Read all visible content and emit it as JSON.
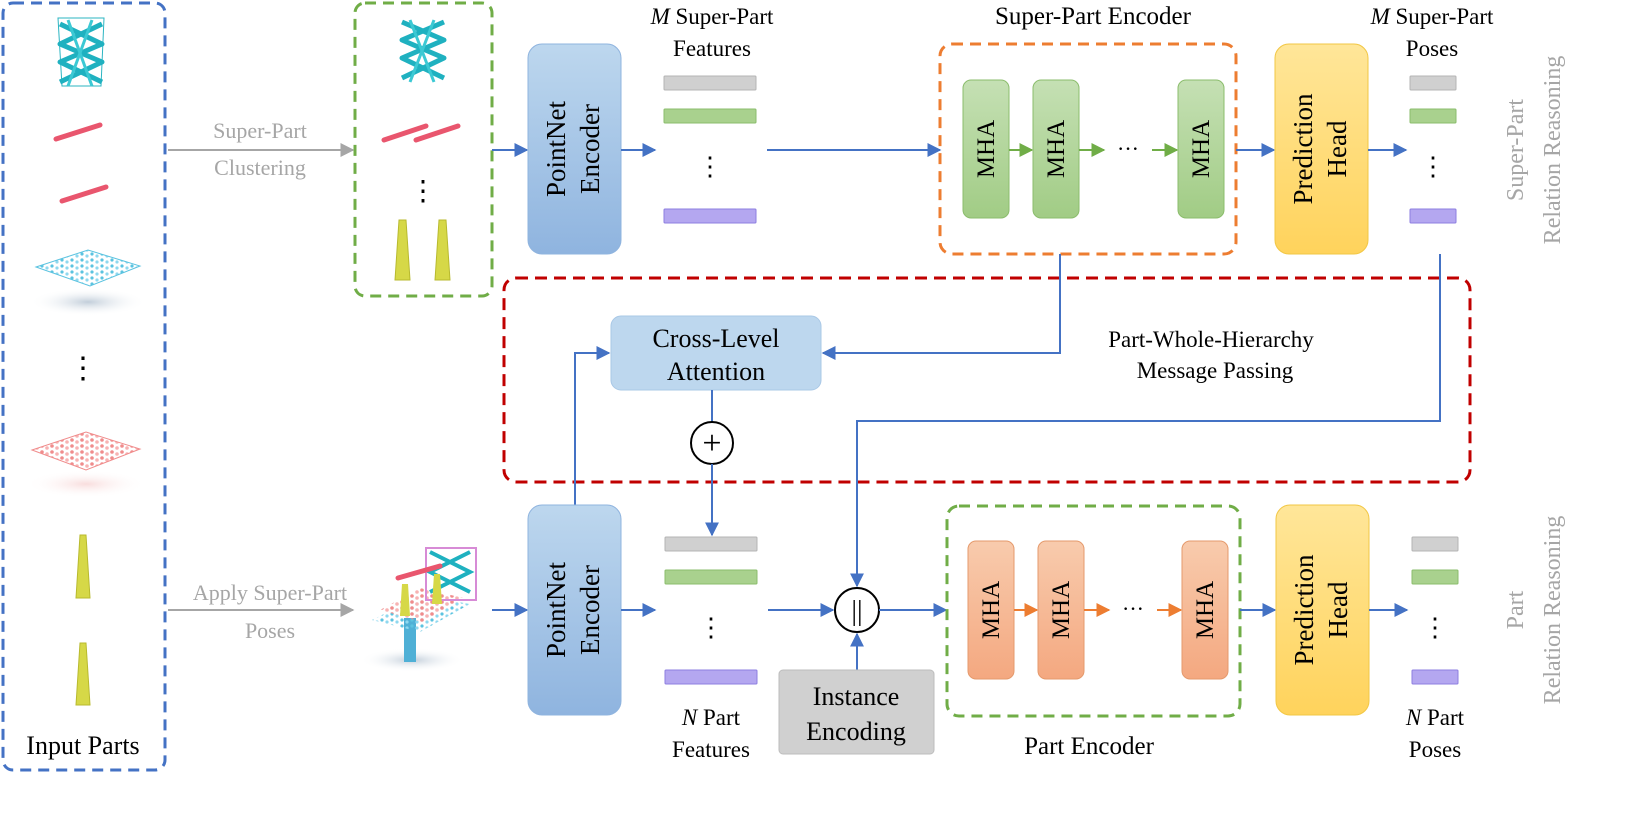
{
  "input_parts": {
    "label": "Input Parts",
    "dots": "⋮"
  },
  "clustering": {
    "label_line1": "Super-Part",
    "label_line2": "Clustering",
    "dots": "⋮"
  },
  "apply_poses": {
    "label_line1": "Apply Super-Part",
    "label_line2": "Poses"
  },
  "pointnet": {
    "line1": "PointNet",
    "line2": "Encoder"
  },
  "prediction_head": {
    "line1": "Prediction",
    "line2": "Head"
  },
  "mha_label": "MHA",
  "ellipsis": "···",
  "vdots": "⋮",
  "super_features": {
    "symbol": "M",
    "line1_rest": " Super-Part",
    "line2": "Features"
  },
  "super_poses": {
    "symbol": "M",
    "line1_rest": " Super-Part",
    "line2": "Poses"
  },
  "part_features": {
    "symbol": "N",
    "line1_rest": " Part",
    "line2": "Features"
  },
  "part_poses": {
    "symbol": "N",
    "line1_rest": " Part",
    "line2": "Poses"
  },
  "super_part_encoder": "Super-Part Encoder",
  "part_encoder": "Part Encoder",
  "cross_level": {
    "line1": "Cross-Level",
    "line2": "Attention"
  },
  "plus_symbol": "+",
  "concat_symbol": "||",
  "instance_encoding": {
    "line1": "Instance",
    "line2": "Encoding"
  },
  "message_passing": {
    "line1": "Part-Whole-Hierarchy",
    "line2": "Message Passing"
  },
  "side_top": {
    "line1": "Super-Part",
    "line2": "Relation Reasoning"
  },
  "side_bottom": {
    "line1": "Part",
    "line2": "Relation Reasoning"
  },
  "colors": {
    "blue_dash": "#4472c4",
    "green_dash": "#70ad47",
    "orange_dash": "#ed7d31",
    "red_dash": "#c00000",
    "arrow_blue": "#4472c4",
    "arrow_gray": "#a6a6a6",
    "pointnet_fill": "#9dc3e6",
    "cross_fill": "#bdd7ee",
    "head_fill": "#ffd966",
    "mha_green": "#a9d18e",
    "mha_orange": "#f4b183",
    "feat_gray": "#d0d0d0",
    "feat_green": "#a9d18e",
    "feat_purple": "#b4a7f0",
    "instance_fill": "#d0d0d0",
    "label_gray": "#a6a6a6"
  }
}
